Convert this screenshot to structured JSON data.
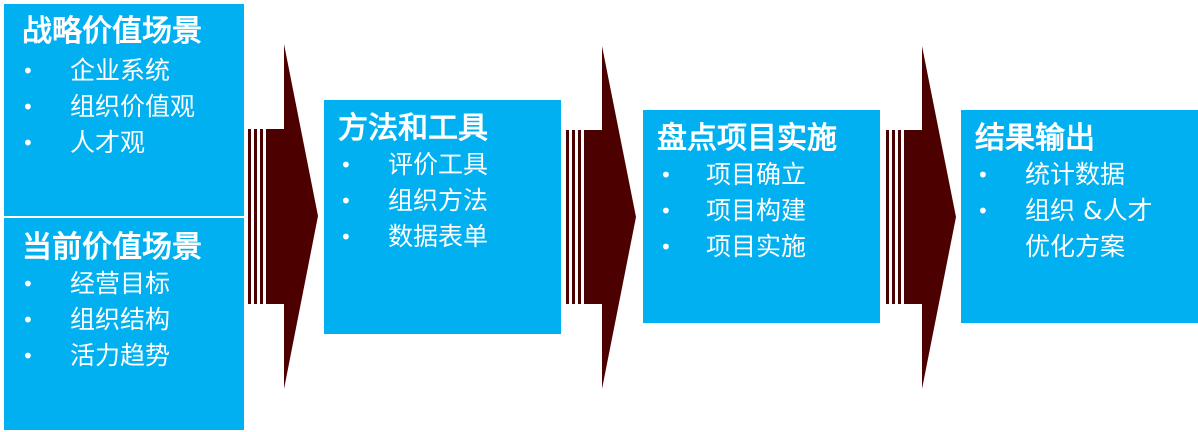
{
  "boxes": [
    {
      "title": "战略价值场景",
      "items": [
        "企业系统",
        "组织价值观",
        "人才观"
      ]
    },
    {
      "title": "当前价值场景",
      "items": [
        "经营目标",
        "组织结构",
        "活力趋势"
      ]
    },
    {
      "title": "方法和工具",
      "items": [
        "评价工具",
        "组织方法",
        "数据表单"
      ]
    },
    {
      "title": "盘点项目实施",
      "items": [
        "项目确立",
        "项目构建",
        "项目实施"
      ]
    },
    {
      "title": "结果输出",
      "items": [
        "统计数据",
        "组织 &人才",
        "优化方案"
      ]
    }
  ],
  "bullet_char": "•",
  "colors": {
    "box_fill": "#00b0f0",
    "box_text": "#ffffff",
    "arrow_fill": "#4d0000",
    "divider": "#ffffff"
  }
}
